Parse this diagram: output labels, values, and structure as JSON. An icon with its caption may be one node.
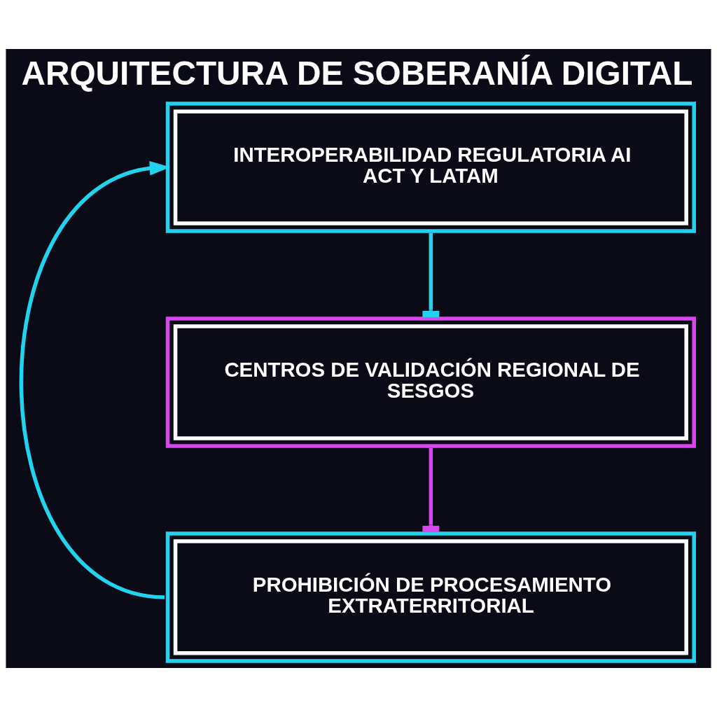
{
  "diagram": {
    "title": "ARQUITECTURA DE SOBERANÍA DIGITAL",
    "nodes": [
      {
        "text": [
          "INTEROPERABILIDAD REGULATORIA AI ACT Y LATAM"
        ]
      },
      {
        "text": [
          "CENTROS DE VALIDACIÓN REGIONAL DE SESGOS"
        ]
      },
      {
        "text": [
          "PROHIBICIÓN DE PROCESAMIENTO EXTRATERRITORIAL"
        ]
      }
    ],
    "edges": [
      {
        "from": 0,
        "to": 1,
        "arrow": "other"
      },
      {
        "from": 1,
        "to": 2,
        "arrow": "other",
        "color": "#d946ef"
      },
      {
        "from": 2,
        "to": 0,
        "arrow": "to"
      }
    ]
  }
}
